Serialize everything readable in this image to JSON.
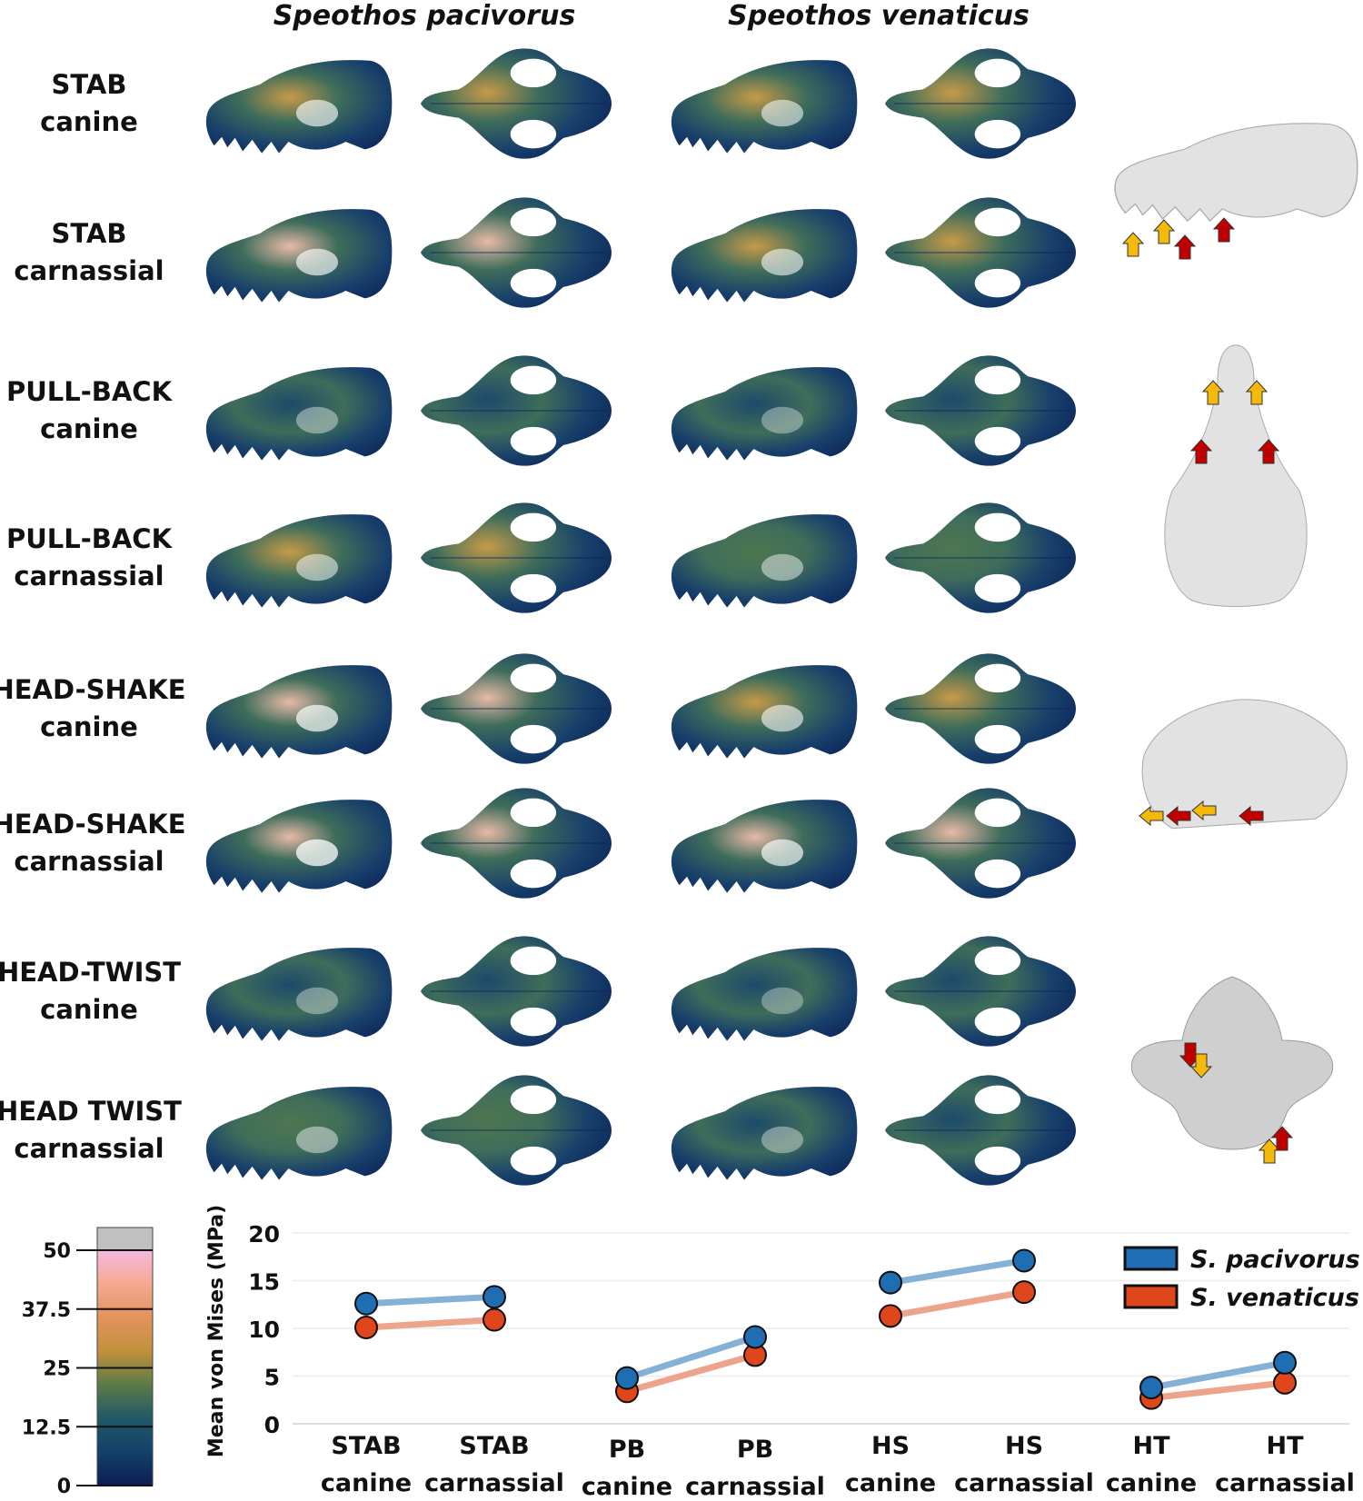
{
  "headers": [
    "Speothos pacivorus",
    "Speothos venaticus"
  ],
  "rows": [
    {
      "line1": "STAB",
      "line2": "canine"
    },
    {
      "line1": "STAB",
      "line2": "carnassial"
    },
    {
      "line1": "PULL-BACK",
      "line2": "canine"
    },
    {
      "line1": "PULL-BACK",
      "line2": "carnassial"
    },
    {
      "line1": "HEAD-SHAKE",
      "line2": "canine"
    },
    {
      "line1": "HEAD-SHAKE",
      "line2": "carnassial"
    },
    {
      "line1": "HEAD-TWIST",
      "line2": "canine"
    },
    {
      "line1": "HEAD TWIST",
      "line2": "carnassial"
    }
  ],
  "colorbar": {
    "ticks": [
      "50",
      "37.5",
      "25",
      "12.5",
      "0"
    ],
    "colors": [
      "#0b1f55",
      "#14406a",
      "#1f5a66",
      "#5d7a48",
      "#c0913c",
      "#e2935e",
      "#f6a992",
      "#f6b8e0",
      "#c0c0c0"
    ]
  },
  "colors": {
    "pacivorus": "#1f6db3",
    "pacivorus_line": "#86b1d6",
    "venaticus": "#e0461c",
    "venaticus_line": "#eda48c"
  },
  "chart_data": {
    "type": "line",
    "title": "",
    "ylabel": "Mean von Mises (MPa)",
    "xlabel": "",
    "ylim": [
      0,
      20
    ],
    "yticks": [
      "0",
      "5",
      "10",
      "15",
      "20"
    ],
    "grid": true,
    "legend": "top-right",
    "categories": [
      {
        "line1": "STAB",
        "line2": "canine"
      },
      {
        "line1": "STAB",
        "line2": "carnassial"
      },
      {
        "line1": "PB",
        "line2": "canine"
      },
      {
        "line1": "PB",
        "line2": "carnassial"
      },
      {
        "line1": "HS",
        "line2": "canine"
      },
      {
        "line1": "HS",
        "line2": "carnassial"
      },
      {
        "line1": "HT",
        "line2": "canine"
      },
      {
        "line1": "HT",
        "line2": "carnassial"
      }
    ],
    "series": [
      {
        "name": "S. pacivorus",
        "values": [
          12.6,
          13.3,
          4.8,
          9.1,
          14.8,
          17.1,
          3.8,
          6.4
        ]
      },
      {
        "name": "S. venaticus",
        "values": [
          10.1,
          10.9,
          3.4,
          7.2,
          11.3,
          13.8,
          2.7,
          4.3
        ]
      }
    ]
  }
}
